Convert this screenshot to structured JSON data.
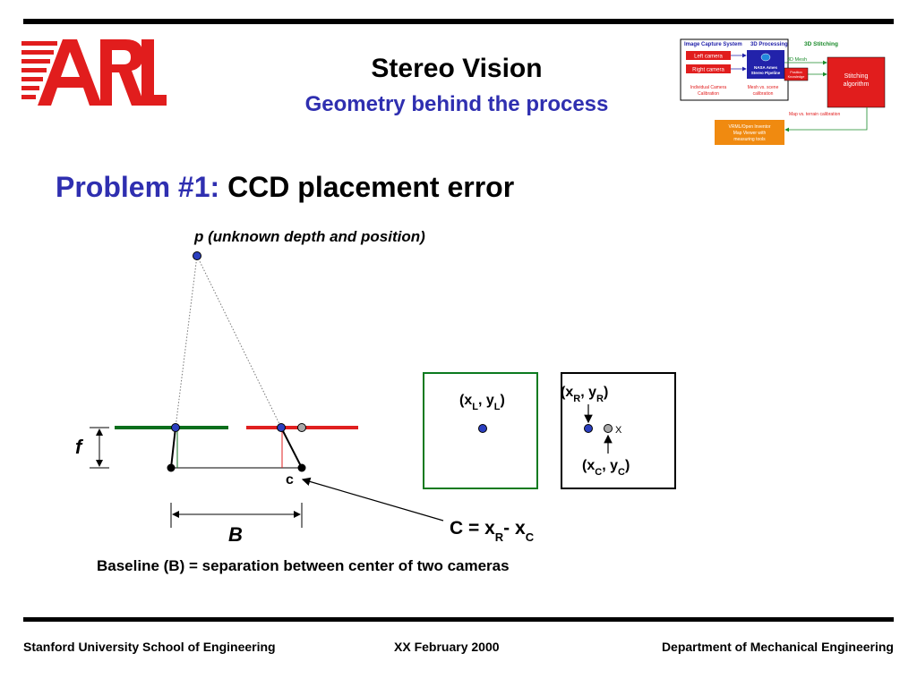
{
  "slide": {
    "logo_text": "ARL",
    "title": "Stereo Vision",
    "subtitle": "Geometry behind the process",
    "problem_label": "Problem #1:",
    "problem_text": "CCD placement error",
    "baseline_note": "Baseline (B) = separation between center of two cameras"
  },
  "colors": {
    "title_blue": "#2f2fb0",
    "logo_red": "#e11d1d",
    "left_line_green": "#0b6e1c",
    "right_line_red": "#e02020",
    "point_blue": "#2b3fbf",
    "point_gray": "#a9a9a9",
    "box_green": "#0b7a1f"
  },
  "flowchart": {
    "col_image_capture": "Image Capture System",
    "col_3d_processing": "3D Processing",
    "col_3d_stitching": "3D Stitching",
    "left_camera": "Left camera",
    "right_camera": "Right camera",
    "nasa_pipeline": [
      "NASA Ames",
      "Stereo Pipeline"
    ],
    "mesh_label": "3D Mesh",
    "position_knowledge": [
      "Position",
      "Knowledge"
    ],
    "stitching": [
      "Stitching",
      "algorithm"
    ],
    "camera_calibration": [
      "Individual Camera",
      "Calibration"
    ],
    "mesh_vs_scene": [
      "Mesh vs. scene",
      "calibration"
    ],
    "map_vs_terrain": "Map vs. terrain calibration",
    "vrml_viewer": [
      "VRML/Open Inventor",
      "Map Viewer with",
      "measuring tools"
    ]
  },
  "diagram": {
    "point_p_label": "p (unknown depth and position)",
    "f_label": "f",
    "c_label": "c",
    "B_label": "B",
    "left_image_coord": {
      "open": "(x",
      "sub1": "L",
      "mid": ", y",
      "sub2": "L",
      "close": ")"
    },
    "right_image_coord": {
      "open": "(x",
      "sub1": "R",
      "mid": ", y",
      "sub2": "R",
      "close": ")"
    },
    "center_coord": {
      "open": "(x",
      "sub1": "C",
      "mid": ", y",
      "sub2": "C",
      "close": ")"
    },
    "x_mark": "X",
    "equation": {
      "lhs": "C = x",
      "sub1": "R",
      "mid": "- x",
      "sub2": "C"
    }
  },
  "footer": {
    "left": "Stanford University School of Engineering",
    "center": "XX February 2000",
    "right": "Department of Mechanical Engineering"
  }
}
